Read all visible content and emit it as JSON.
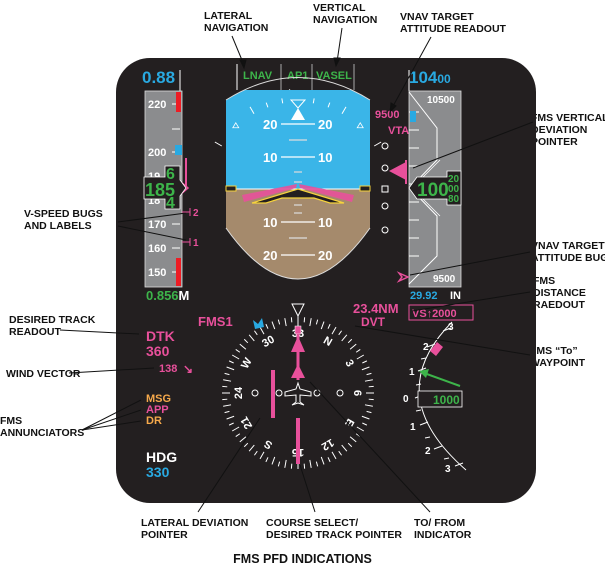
{
  "figure_title": "FMS PFD INDICATIONS",
  "colors": {
    "bezel": "#231f20",
    "sky": "#3ab5e8",
    "ground": "#a58a6c",
    "tape": "#8b8c8e",
    "green": "#3db44a",
    "cyan": "#29a9e1",
    "magenta": "#e8509b",
    "amber": "#f6a94b",
    "red": "#ed1c24",
    "white": "#ffffff"
  },
  "callouts": {
    "lateral_navigation": "LATERAL\nNAVIGATION",
    "vertical_navigation": "VERTICAL\nNAVIGATION",
    "vnav_target_attitude_readout": "VNAV TARGET\nATTITUDE READOUT",
    "fms_vertical_deviation_pointer": "FMS VERTICAL\nDEVIATION\nPOINTER",
    "v_speed_bugs": "V-SPEED BUGS\nAND LABELS",
    "vnav_target_attitude_bug": "VNAV TARGET\nATTITUDE BUG",
    "fms_distance_readout": "FMS\nDISTANCE\nRAEDOUT",
    "desired_track_readout": "DESIRED TRACK\nREADOUT",
    "fms_to_waypoint": "FMS “To”\nWAYPOINT",
    "wind_vector": "WIND VECTOR",
    "fms_annunciators": "FMS\nANNUNCIATORS",
    "lateral_deviation_pointer": "LATERAL DEVIATION\nPOINTER",
    "course_select": "COURSE SELECT/\nDESIRED TRACK POINTER",
    "to_from_indicator": "TO/ FROM\nINDICATOR"
  },
  "fma": {
    "lateral": "LNAV",
    "autopilot": "AP1",
    "vertical": "VASEL",
    "arrow": "←"
  },
  "airspeed": {
    "mach_top": "0.88",
    "current_hundreds": "185",
    "roll_up": "6",
    "roll_down": "4",
    "mach_bottom_value": "0.856",
    "mach_bottom_unit": "M",
    "ticks": [
      "220",
      "200",
      "19",
      "18",
      "170",
      "160",
      "150"
    ],
    "vspeed_bugs": [
      {
        "label": "2",
        "speed": 175
      },
      {
        "label": "1",
        "speed": 163
      }
    ]
  },
  "attitude": {
    "pitch_labels_up": [
      "20",
      "10"
    ],
    "pitch_labels_down": [
      "10",
      "20"
    ],
    "vta_value": "9500",
    "vta_label": "VTA"
  },
  "altitude": {
    "selected_big": "104",
    "selected_small": "00",
    "tape_top": "10500",
    "tape_bottom": "9500",
    "current_big": "100",
    "roll": [
      "20",
      "00",
      "80"
    ],
    "baro_value": "29.92",
    "baro_unit": "IN"
  },
  "fms": {
    "source": "FMS1",
    "distance": "23.4NM",
    "waypoint": "DVT",
    "dtk_label": "DTK",
    "dtk_value": "360",
    "wind_speed": "138",
    "wind_arrow": "↘",
    "annunciators": [
      {
        "text": "MSG",
        "color": "amber"
      },
      {
        "text": "APP",
        "color": "magenta"
      },
      {
        "text": "DR",
        "color": "amber"
      }
    ]
  },
  "heading": {
    "label": "HDG",
    "value": "330",
    "compass_labels": [
      "N",
      "3",
      "6",
      "E",
      "12",
      "15",
      "S",
      "21",
      "24",
      "W",
      "30",
      "33"
    ]
  },
  "vsi": {
    "target_box": "VS↑2000",
    "current": "1000",
    "scale_labels_up": [
      "3",
      "2",
      "1"
    ],
    "zero": "0",
    "scale_labels_down": [
      "1",
      "2",
      "3"
    ]
  }
}
